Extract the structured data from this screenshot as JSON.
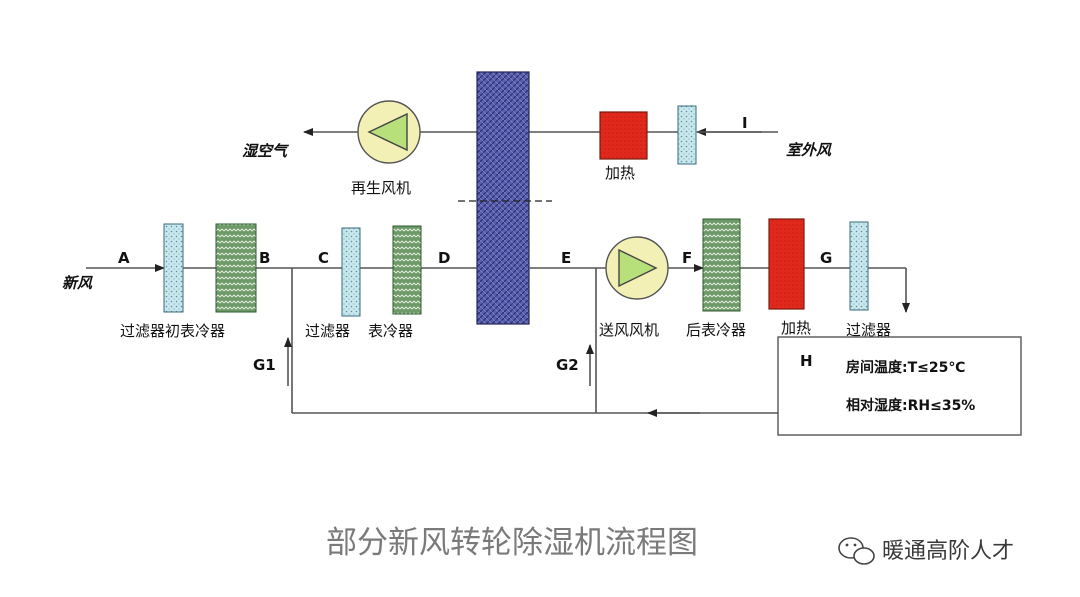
{
  "title": "部分新风转轮除湿机流程图",
  "watermark": "暖通高阶人才",
  "streams": {
    "regen_in": "室外风",
    "regen_out": "湿空气",
    "fresh_in": "新风",
    "regen_in_mark": "I"
  },
  "components": {
    "regen_fan": "再生风机",
    "regen_heater": "加热",
    "pre_filter_cooler": "过滤器初表冷器",
    "filter_1": "过滤器",
    "cooler_1": "表冷器",
    "supply_fan": "送风风机",
    "after_cooler": "后表冷器",
    "heater_2": "加热",
    "filter_2": "过滤器"
  },
  "points": {
    "A": "A",
    "B": "B",
    "C": "C",
    "D": "D",
    "E": "E",
    "F": "F",
    "G": "G",
    "H": "H",
    "G1": "G1",
    "G2": "G2"
  },
  "room": {
    "temp": "房间温度:T≤25℃",
    "rh": "相对湿度:RH≤35%"
  },
  "colors": {
    "wheel": "#4a4fa0",
    "heater": "#e0281c",
    "filter": "#bfe3ea",
    "cooler": "#5d8a5a",
    "fan_fill": "#f2f0b4",
    "fan_triangle": "#b8e07a"
  }
}
